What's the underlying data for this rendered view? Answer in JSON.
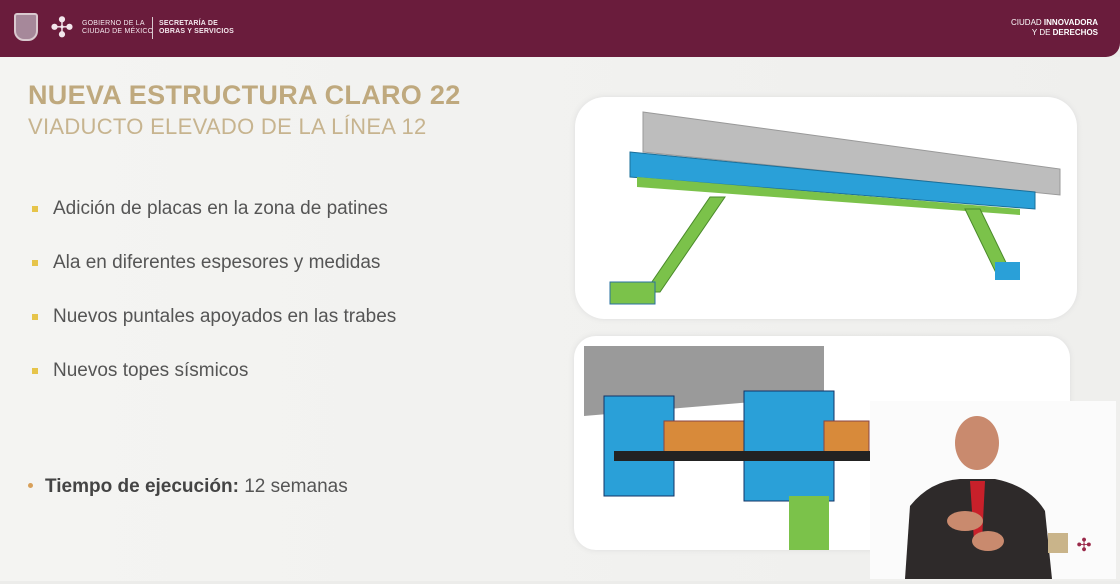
{
  "header": {
    "gov_line1": "GOBIERNO DE LA",
    "gov_line2": "CIUDAD DE MÉXICO",
    "sec_line1": "SECRETARÍA DE",
    "sec_line2": "OBRAS Y SERVICIOS",
    "slogan_a": "CIUDAD ",
    "slogan_b": "INNOVADORA",
    "slogan_c": "Y DE ",
    "slogan_d": "DERECHOS"
  },
  "slide": {
    "title": "NUEVA ESTRUCTURA CLARO 22",
    "subtitle": "VIADUCTO ELEVADO DE LA LÍNEA 12",
    "bullets": [
      "Adición de placas en la zona de patines",
      "Ala en diferentes espesores y medidas",
      "Nuevos puntales apoyados en las trabes",
      "Nuevos topes sísmicos"
    ],
    "execution_label": "Tiempo de ejecución:",
    "execution_value": " 12 semanas"
  },
  "colors": {
    "header": "#6a1c3c",
    "title": "#bfa97e",
    "bullet": "#e6c44a",
    "steel_blue": "#2aa8e0",
    "strut_green": "#7cc44a"
  }
}
